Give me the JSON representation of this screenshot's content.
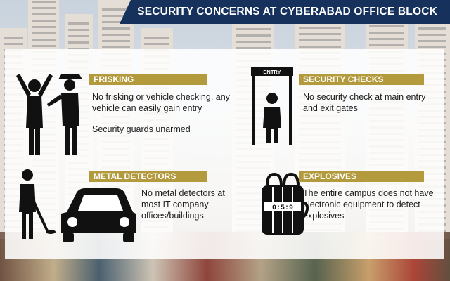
{
  "title": "SECURITY CONCERNS AT CYBERABAD OFFICE BLOCK",
  "colors": {
    "banner": "#16325c",
    "heading_bar": "#b39a3c",
    "icon": "#111111"
  },
  "sections": [
    {
      "heading": "FRISKING",
      "icon": "frisking-people-icon",
      "paragraphs": [
        "No frisking or vehicle checking, any vehicle can easily gain entry",
        "Security guards unarmed"
      ]
    },
    {
      "heading": "SECURITY CHECKS",
      "icon": "security-gate-icon",
      "icon_label": "ENTRY",
      "paragraphs": [
        "No security check at main entry and exit gates"
      ]
    },
    {
      "heading": "METAL DETECTORS",
      "icon": "metal-detector-car-icon",
      "paragraphs": [
        "No metal detectors at most IT company offices/buildings"
      ]
    },
    {
      "heading": "EXPLOSIVES",
      "icon": "bomb-icon",
      "icon_label": "0:5:9",
      "paragraphs": [
        "The entire campus does not have electronic equipment to detect explosives"
      ]
    }
  ]
}
